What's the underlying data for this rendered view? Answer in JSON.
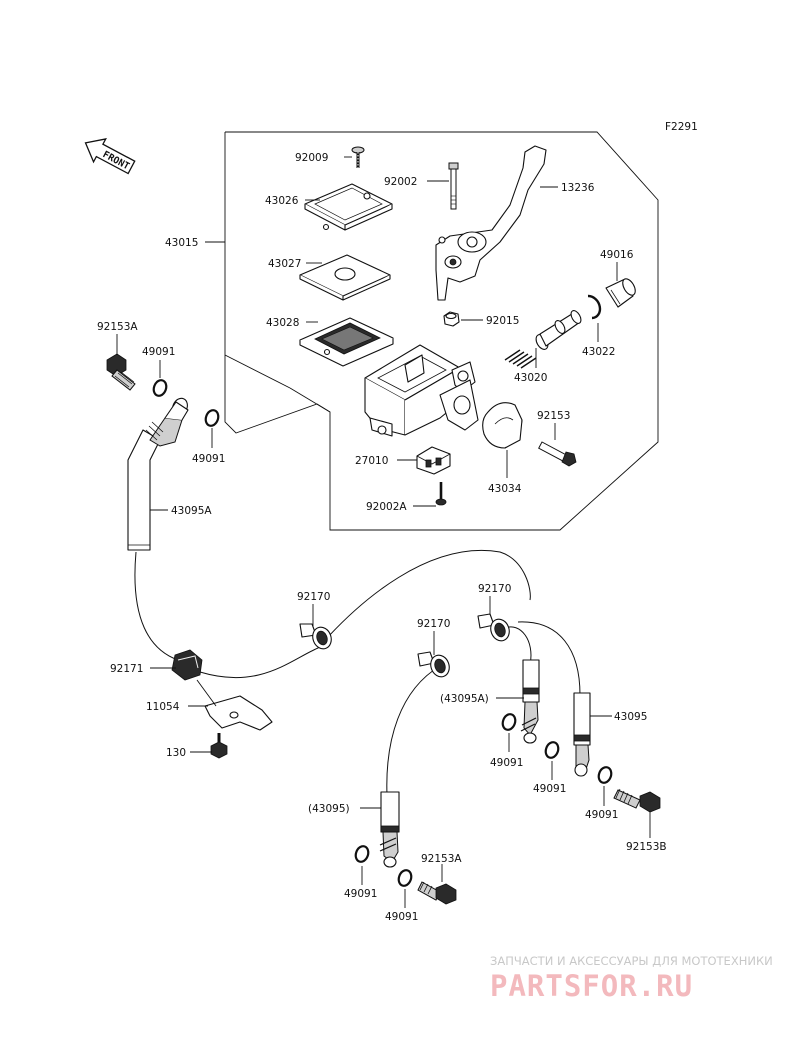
{
  "figure_code": "F2291",
  "front_arrow_label": "FRONT",
  "parts": [
    {
      "id": "p92009",
      "label": "92009"
    },
    {
      "id": "p92002",
      "label": "92002"
    },
    {
      "id": "p13236",
      "label": "13236"
    },
    {
      "id": "p43026",
      "label": "43026"
    },
    {
      "id": "p43015",
      "label": "43015"
    },
    {
      "id": "p43027",
      "label": "43027"
    },
    {
      "id": "p49016",
      "label": "49016"
    },
    {
      "id": "p43028",
      "label": "43028"
    },
    {
      "id": "p92015",
      "label": "92015"
    },
    {
      "id": "p43022",
      "label": "43022"
    },
    {
      "id": "p92153A",
      "label": "92153A"
    },
    {
      "id": "p49091a",
      "label": "49091"
    },
    {
      "id": "p43020",
      "label": "43020"
    },
    {
      "id": "p92153",
      "label": "92153"
    },
    {
      "id": "p49091b",
      "label": "49091"
    },
    {
      "id": "p27010",
      "label": "27010"
    },
    {
      "id": "p43034",
      "label": "43034"
    },
    {
      "id": "p92002A",
      "label": "92002A"
    },
    {
      "id": "p43095A",
      "label": "43095A"
    },
    {
      "id": "p92170a",
      "label": "92170"
    },
    {
      "id": "p92170b",
      "label": "92170"
    },
    {
      "id": "p92170c",
      "label": "92170"
    },
    {
      "id": "p92171",
      "label": "92171"
    },
    {
      "id": "p43095Aref",
      "label": "(43095A)"
    },
    {
      "id": "p11054",
      "label": "11054"
    },
    {
      "id": "p43095",
      "label": "43095"
    },
    {
      "id": "p130",
      "label": "130"
    },
    {
      "id": "p49091c",
      "label": "49091"
    },
    {
      "id": "p49091d",
      "label": "49091"
    },
    {
      "id": "p49091e",
      "label": "49091"
    },
    {
      "id": "p43095ref",
      "label": "(43095)"
    },
    {
      "id": "p92153B",
      "label": "92153B"
    },
    {
      "id": "p92153A2",
      "label": "92153A"
    },
    {
      "id": "p49091f",
      "label": "49091"
    },
    {
      "id": "p49091g",
      "label": "49091"
    }
  ],
  "watermark": {
    "line1": "ЗАПЧАСТИ И АКСЕССУАРЫ ДЛЯ МОТОТЕХНИКИ",
    "line2": "PARTSFOR.RU"
  }
}
